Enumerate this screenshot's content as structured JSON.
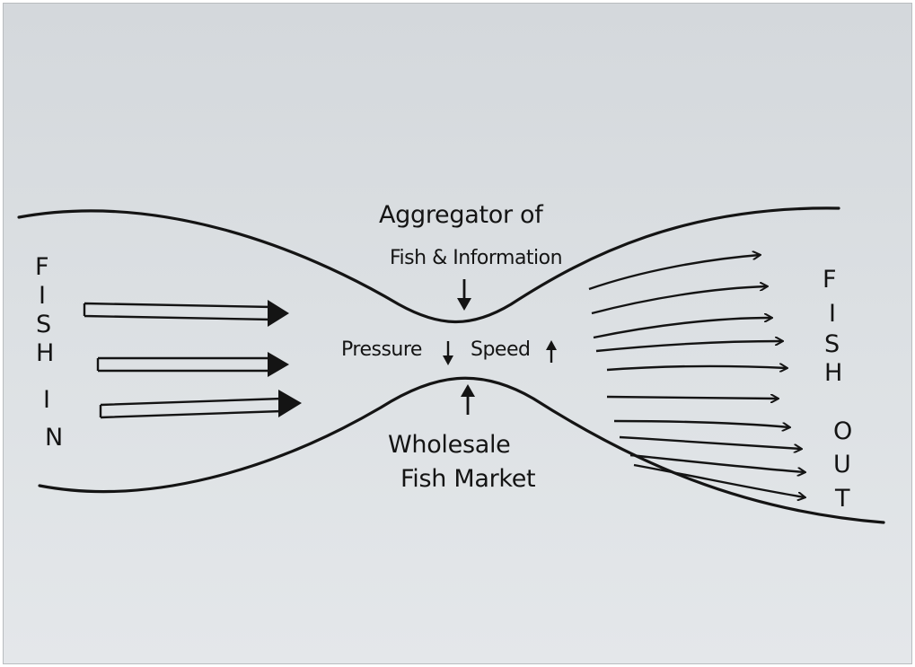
{
  "diagram": {
    "left_label": [
      "F",
      "I",
      "S",
      "H",
      "I",
      "N"
    ],
    "right_label": [
      "F",
      "I",
      "S",
      "H",
      "O",
      "U",
      "T"
    ],
    "top_label": [
      "Aggregator of",
      "Fish & Information"
    ],
    "center_label": {
      "pressure": "Pressure",
      "speed": "Speed"
    },
    "bottom_label": [
      "Wholesale",
      "Fish Market"
    ],
    "colors": {
      "ink": "#141414",
      "paper": "#dadee2"
    }
  }
}
